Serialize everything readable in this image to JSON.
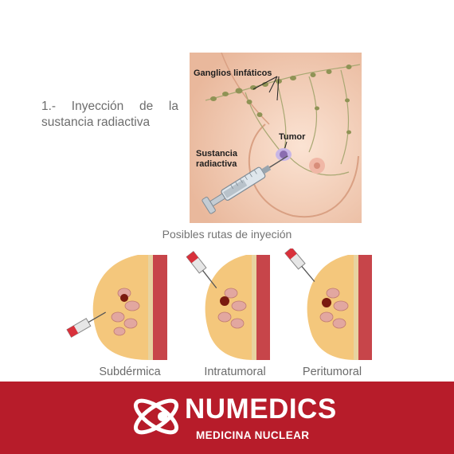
{
  "step": {
    "line1": "1.- Inyección de la",
    "line2": "sustancia radiactiva"
  },
  "illustration": {
    "label_nodes": "Ganglios linfáticos",
    "label_tumor": "Tumor",
    "label_substance_line1": "Sustancia",
    "label_substance_line2": "radiactiva"
  },
  "routes": {
    "title": "Posibles rutas de inyeción",
    "items": [
      {
        "label": "Subdérmica"
      },
      {
        "label": "Intratumoral"
      },
      {
        "label": "Peritumoral"
      }
    ]
  },
  "brand": {
    "name": "NUMEDICS",
    "tagline": "MEDICINA NUCLEAR"
  },
  "colors": {
    "footer_red": "#b71c2a",
    "skin": "#f2cdb5",
    "tumor": "#7a1a10",
    "needle_cap": "#d8313b"
  }
}
